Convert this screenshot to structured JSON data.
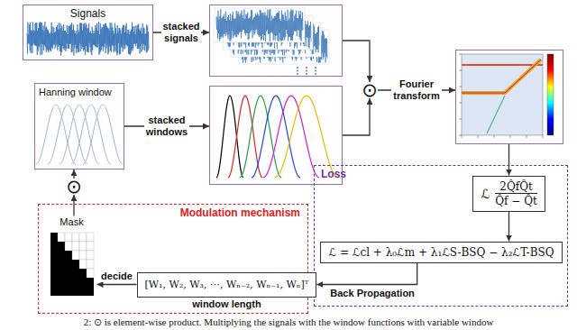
{
  "diagram": {
    "caption": "2: ⊙ is element-wise product. Multiplying the signals with the window functions with variable window",
    "nodes": [
      {
        "text": [
          "Signals"
        ]
      },
      {
        "text": []
      },
      {
        "text": [
          "Hanning window"
        ]
      },
      {
        "text": []
      },
      {
        "text": [
          "⊙"
        ]
      },
      {
        "text": []
      },
      {
        "text": [
          "Loss"
        ]
      },
      {
        "text": [
          "ℒ",
          "2Q̂fQ̂t",
          "Q̂f − Q̂t"
        ],
        "in": 6
      },
      {
        "text": [
          "ℒ = ℒcl + λ₀ℒm + λ₁ℒS-BSQ − λ₂ℒT-BSQ"
        ],
        "in": 6
      },
      {
        "text": [
          "Modulation mechanism"
        ]
      },
      {
        "text": [
          "Mask"
        ],
        "in": 9
      },
      {
        "text": [
          "⊙"
        ]
      },
      {
        "text": [
          "[W₁, W₂, W₃, ⋯, Wₙ₋₂, Wₙ₋₁, Wₙ]ᵀ",
          "window length"
        ],
        "in": 9
      }
    ],
    "edges": [
      {
        "from": 0,
        "to": 1,
        "label": "stacked signals",
        "arrow": "to"
      },
      {
        "from": 2,
        "to": 3,
        "label": "stacked windows",
        "arrow": "to"
      },
      {
        "from": 1,
        "to": 4,
        "arrow": "to"
      },
      {
        "from": 3,
        "to": 4,
        "arrow": "to"
      },
      {
        "from": 4,
        "to": 5,
        "label": "Fourier transform",
        "arrow": "to"
      },
      {
        "from": 5,
        "to": 7,
        "arrow": "to"
      },
      {
        "from": 7,
        "to": 8,
        "arrow": "to"
      },
      {
        "from": 8,
        "to": 12,
        "label": "Back Propagation",
        "arrow": "to"
      },
      {
        "from": 12,
        "to": 10,
        "label": "decide",
        "arrow": "to"
      },
      {
        "from": 10,
        "to": 11,
        "arrow": "to"
      },
      {
        "from": 11,
        "to": 2,
        "arrow": "to"
      }
    ]
  }
}
